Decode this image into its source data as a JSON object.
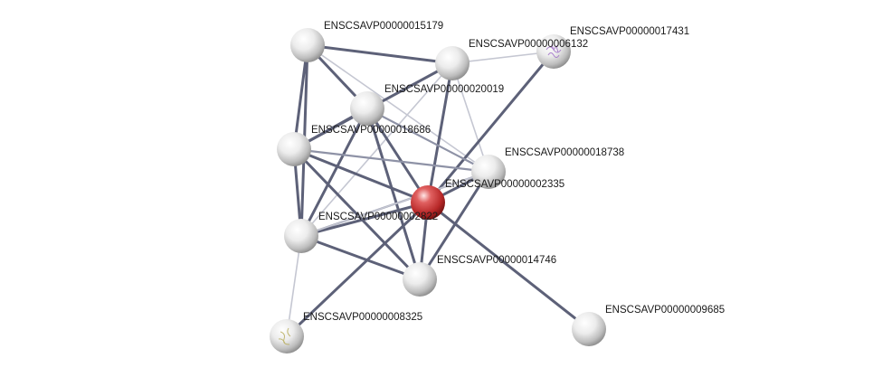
{
  "network": {
    "nodes": [
      {
        "id": "15179",
        "label": "ENSCSAVP00000015179",
        "kind": "plain"
      },
      {
        "id": "6132",
        "label": "ENSCSAVP00000006132",
        "kind": "plain"
      },
      {
        "id": "17431",
        "label": "ENSCSAVP00000017431",
        "kind": "structure-purple"
      },
      {
        "id": "20019",
        "label": "ENSCSAVP00000020019",
        "kind": "plain"
      },
      {
        "id": "18686",
        "label": "ENSCSAVP00000018686",
        "kind": "plain"
      },
      {
        "id": "18738",
        "label": "ENSCSAVP00000018738",
        "kind": "plain"
      },
      {
        "id": "2335",
        "label": "ENSCSAVP00000002335",
        "kind": "query"
      },
      {
        "id": "2822",
        "label": "ENSCSAVP00000002822",
        "kind": "plain"
      },
      {
        "id": "14746",
        "label": "ENSCSAVP00000014746",
        "kind": "plain"
      },
      {
        "id": "8325",
        "label": "ENSCSAVP00000008325",
        "kind": "structure-olive"
      },
      {
        "id": "9685",
        "label": "ENSCSAVP00000009685",
        "kind": "plain"
      }
    ],
    "edges": [
      {
        "from": "15179",
        "to": "6132",
        "weight": "strong"
      },
      {
        "from": "15179",
        "to": "18686",
        "weight": "strong"
      },
      {
        "from": "15179",
        "to": "2822",
        "weight": "strong"
      },
      {
        "from": "15179",
        "to": "20019",
        "weight": "strong"
      },
      {
        "from": "15179",
        "to": "18738",
        "weight": "light"
      },
      {
        "from": "6132",
        "to": "17431",
        "weight": "light"
      },
      {
        "from": "6132",
        "to": "18686",
        "weight": "strong"
      },
      {
        "from": "6132",
        "to": "2335",
        "weight": "strong"
      },
      {
        "from": "6132",
        "to": "2822",
        "weight": "light"
      },
      {
        "from": "6132",
        "to": "18738",
        "weight": "light"
      },
      {
        "from": "17431",
        "to": "2335",
        "weight": "strong"
      },
      {
        "from": "20019",
        "to": "18686",
        "weight": "strong"
      },
      {
        "from": "20019",
        "to": "2335",
        "weight": "strong"
      },
      {
        "from": "20019",
        "to": "14746",
        "weight": "strong"
      },
      {
        "from": "20019",
        "to": "2822",
        "weight": "strong"
      },
      {
        "from": "20019",
        "to": "18738",
        "weight": "medium"
      },
      {
        "from": "18686",
        "to": "2335",
        "weight": "strong"
      },
      {
        "from": "18686",
        "to": "2822",
        "weight": "strong"
      },
      {
        "from": "18686",
        "to": "14746",
        "weight": "strong"
      },
      {
        "from": "18686",
        "to": "18738",
        "weight": "medium"
      },
      {
        "from": "18738",
        "to": "2335",
        "weight": "strong"
      },
      {
        "from": "18738",
        "to": "14746",
        "weight": "strong"
      },
      {
        "from": "18738",
        "to": "2822",
        "weight": "medium"
      },
      {
        "from": "2335",
        "to": "2822",
        "weight": "strong"
      },
      {
        "from": "2335",
        "to": "14746",
        "weight": "strong"
      },
      {
        "from": "2335",
        "to": "8325",
        "weight": "strong"
      },
      {
        "from": "2335",
        "to": "9685",
        "weight": "strong"
      },
      {
        "from": "2822",
        "to": "14746",
        "weight": "strong"
      },
      {
        "from": "2822",
        "to": "8325",
        "weight": "light"
      },
      {
        "from": "2822",
        "to": "18738",
        "weight": "light"
      }
    ],
    "colors": {
      "edge_strong": "#5d6178",
      "edge_medium": "#8e92a6",
      "edge_light": "#c5c7d2",
      "node_plain": "#e6e6e6",
      "node_query": "#c83a3a",
      "structure_purple": "#a070c8",
      "structure_olive": "#b7ad5c"
    }
  }
}
